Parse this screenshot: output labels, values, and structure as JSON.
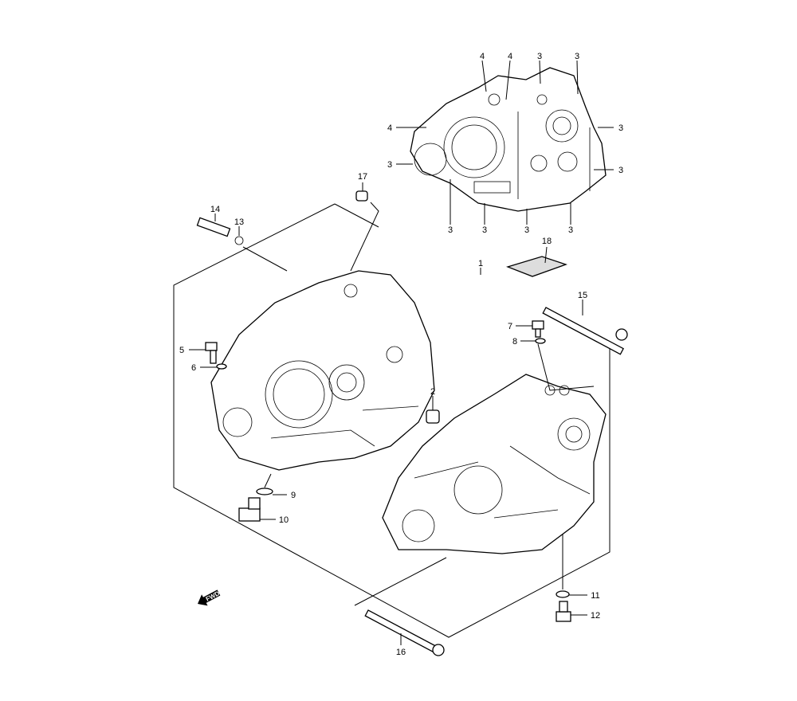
{
  "diagram": {
    "title_indicator": "FWD",
    "callouts": {
      "top_4a": "4",
      "top_4b": "4",
      "top_3a": "3",
      "top_3b": "3",
      "left_4": "4",
      "right_3a": "3",
      "left_3": "3",
      "right_3b": "3",
      "bot_3a": "3",
      "bot_3b": "3",
      "bot_3c": "3",
      "bot_3d": "3",
      "p1": "1",
      "p2": "2",
      "p5": "5",
      "p6": "6",
      "p7": "7",
      "p8": "8",
      "p9": "9",
      "p10": "10",
      "p11": "11",
      "p12": "12",
      "p13": "13",
      "p14": "14",
      "p15": "15",
      "p16": "16",
      "p17": "17",
      "p18": "18"
    }
  }
}
